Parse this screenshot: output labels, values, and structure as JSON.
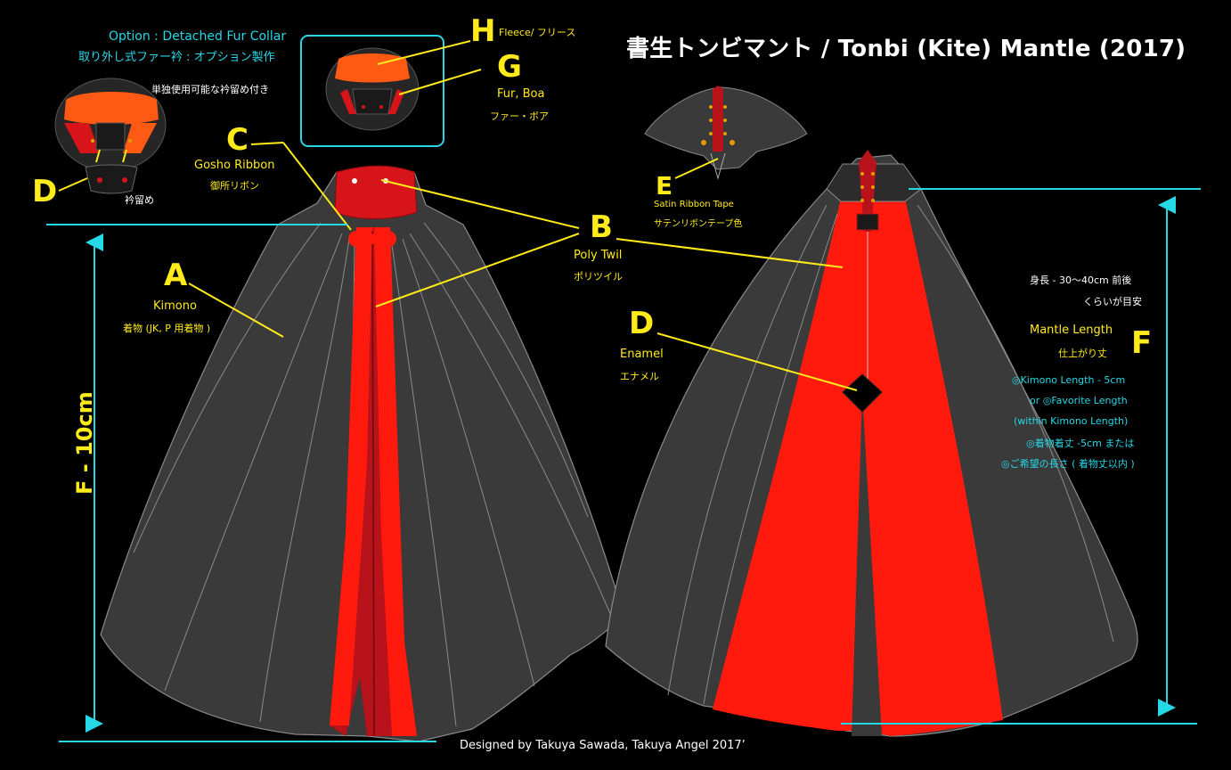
{
  "title": "書生トンビマント / Tonbi (Kite) Mantle (2017)",
  "credit": "Designed by Takuya Sawada, Takuya Angel 2017’",
  "option": {
    "line1": "Option : Detached Fur Collar",
    "line2": "取り外し式ファー衿 : オプション製作",
    "note": "単独使用可能な衿留め付き",
    "clasp_label": "衿留め"
  },
  "labels": {
    "A": {
      "letter": "A",
      "en": "Kimono",
      "jp": "着物 (JK, P 用着物 )"
    },
    "B": {
      "letter": "B",
      "en": "Poly Twil",
      "jp": "ポリツイル"
    },
    "C": {
      "letter": "C",
      "en": "Gosho Ribbon",
      "jp": "御所リボン"
    },
    "D_collar": {
      "letter": "D"
    },
    "D_back": {
      "letter": "D",
      "en": "Enamel",
      "jp": "エナメル"
    },
    "E": {
      "letter": "E",
      "en": "Satin Ribbon Tape",
      "jp": "サテンリボンテープ色"
    },
    "F": {
      "letter": "F",
      "en": "Mantle Length",
      "jp": "仕上がり丈"
    },
    "G": {
      "letter": "G",
      "en": "Fur, Boa",
      "jp": "ファー・ボア"
    },
    "H": {
      "letter": "H",
      "en": "Fleece/ フリース"
    }
  },
  "height_note": {
    "line1": "身長 - 30〜40cm 前後",
    "line2": "くらいが目安"
  },
  "length_notes": [
    "◎Kimono Length - 5cm",
    "or ◎Favorite Length",
    "(within Kimono Length)",
    "◎着物着丈 -5cm または",
    "◎ご希望の長さ ( 着物丈以内 )"
  ],
  "dimension_left": "F - 10cm",
  "colors": {
    "background": "#000000",
    "cape": "#3a3a3a",
    "lining_red": "#ff1a0d",
    "dark_red": "#b8121a",
    "collar_orange": "#ff5a14",
    "label_yellow": "#ffeb1a",
    "measure_cyan": "#25d8e6"
  }
}
